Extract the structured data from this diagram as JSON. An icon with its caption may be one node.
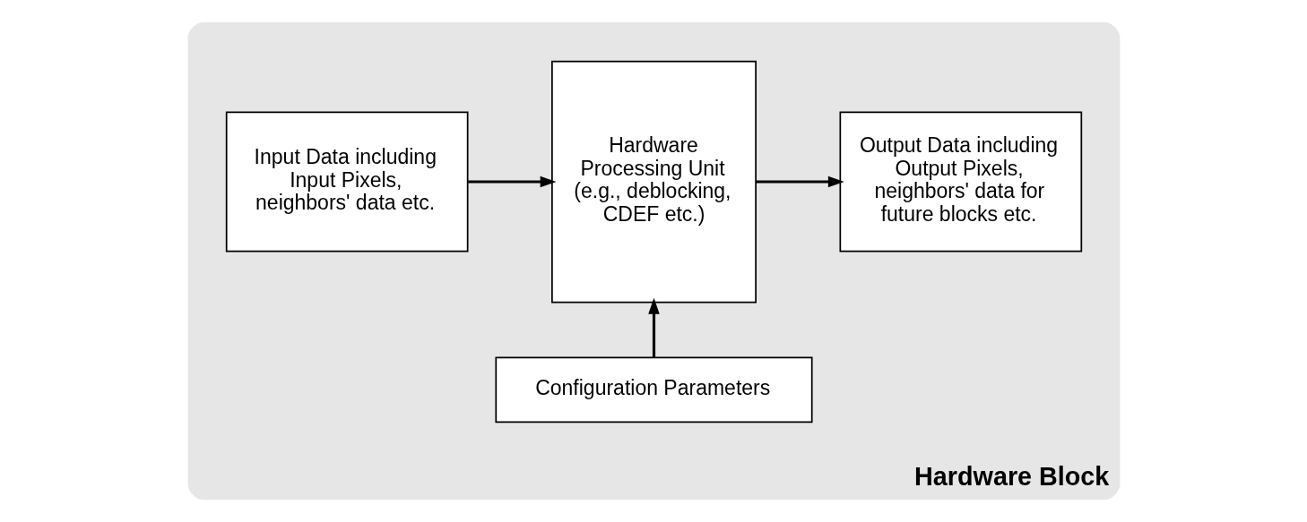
{
  "diagram": {
    "nodes": [
      {
        "text": [
          "Hardware Block"
        ]
      },
      {
        "text": [
          "Input Data including Input Pixels, neighbors' data etc."
        ],
        "in": 0
      },
      {
        "text": [
          "Hardware Processing Unit (e.g., deblocking, CDEF etc.)"
        ],
        "in": 0
      },
      {
        "text": [
          "Output Data including Output Pixels, neighbors' data for future blocks etc."
        ],
        "in": 0
      },
      {
        "text": [
          "Configuration Parameters"
        ],
        "in": 0
      }
    ],
    "edges": [
      {
        "from": 1,
        "to": 2,
        "arrow": "to"
      },
      {
        "from": 2,
        "to": 3,
        "arrow": "to"
      },
      {
        "from": 4,
        "to": 2,
        "arrow": "to"
      }
    ]
  }
}
